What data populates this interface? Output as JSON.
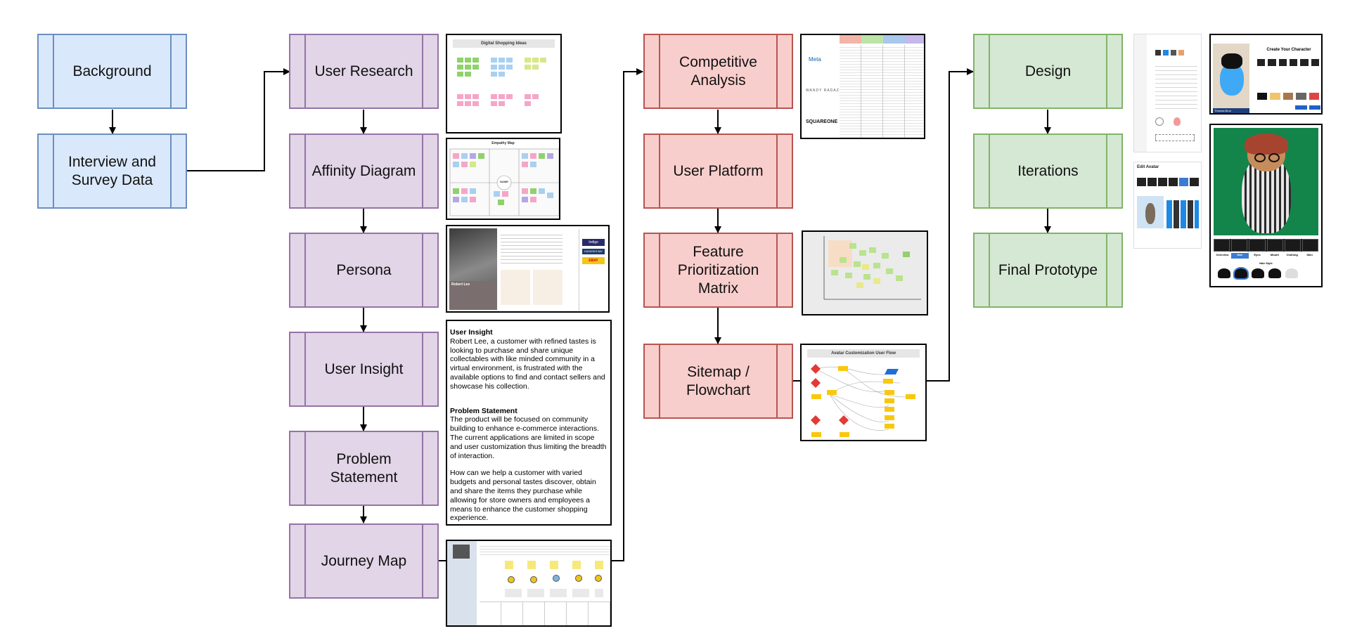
{
  "nodes": {
    "background": "Background",
    "interview": "Interview and\nSurvey Data",
    "user_research": "User Research",
    "affinity_diagram": "Affinity Diagram",
    "persona": "Persona",
    "user_insight": "User Insight",
    "problem_statement": "Problem\nStatement",
    "journey_map": "Journey Map",
    "competitive_analysis": "Competitive\nAnalysis",
    "user_platform": "User Platform",
    "feature_matrix": "Feature\nPrioritization\nMatrix",
    "sitemap": "Sitemap /\nFlowchart",
    "design": "Design",
    "iterations": "Iterations",
    "final_prototype": "Final Prototype"
  },
  "colors": {
    "blue_fill": "#dae8fc",
    "blue_stroke": "#6c8ebf",
    "purple_fill": "#e1d5e7",
    "purple_stroke": "#9673a6",
    "red_fill": "#f8cecc",
    "red_stroke": "#b85450",
    "green_fill": "#d5e8d4",
    "green_stroke": "#82b366"
  },
  "text_box": {
    "insight_title": "User Insight",
    "insight_body": "Robert Lee, a customer with refined tastes is looking to purchase and share unique collectables with like minded community in a virtual environment, is frustrated with the available options to find and contact sellers and showcase his collection.",
    "problem_title": "Problem Statement",
    "problem_body": "The product will be focused on community building to enhance e-commerce interactions. The current applications are limited in scope and user customization thus limiting the breadth of interaction.",
    "how_body": "How can we help a customer with varied budgets and personal tastes discover, obtain and share the items they purchase while allowing for store owners and employees a means to enhance the customer shopping experience."
  },
  "thumbnails": {
    "research_title": "Digital Shopping Ideas",
    "affinity_title": "Empathy Map",
    "affinity_center": "NAME",
    "persona_name": "Robert Lee",
    "persona_brands": [
      "Indigo",
      "HUDSON'S BAY",
      "EBAY"
    ],
    "competitors": [
      "Meta",
      "WANDY RADAZO",
      "SQUAREONE"
    ],
    "flow_title": "Avatar Customization User Flow",
    "prototype_title": "Create Your Character",
    "prototype_user": "Thomas Brun",
    "edit_title": "Edit Avatar",
    "hair_label": "Hair Style",
    "tabs": [
      "Overview",
      "Hair",
      "Eyes",
      "Mouth",
      "Clothing",
      "Skin"
    ]
  }
}
